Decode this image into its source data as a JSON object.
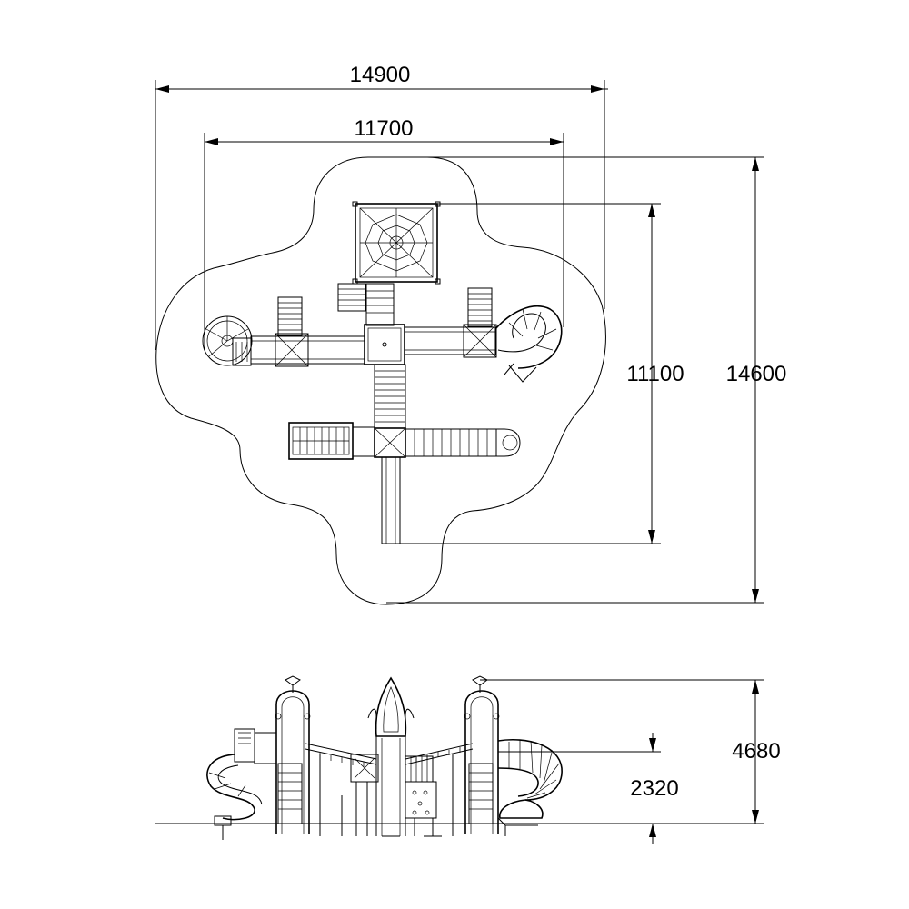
{
  "plan": {
    "dim_total_width": "14900",
    "dim_inner_width": "11700",
    "dim_inner_depth": "11100",
    "dim_total_depth": "14600"
  },
  "elevation": {
    "dim_total_height": "4680",
    "dim_platform_height": "2320"
  }
}
